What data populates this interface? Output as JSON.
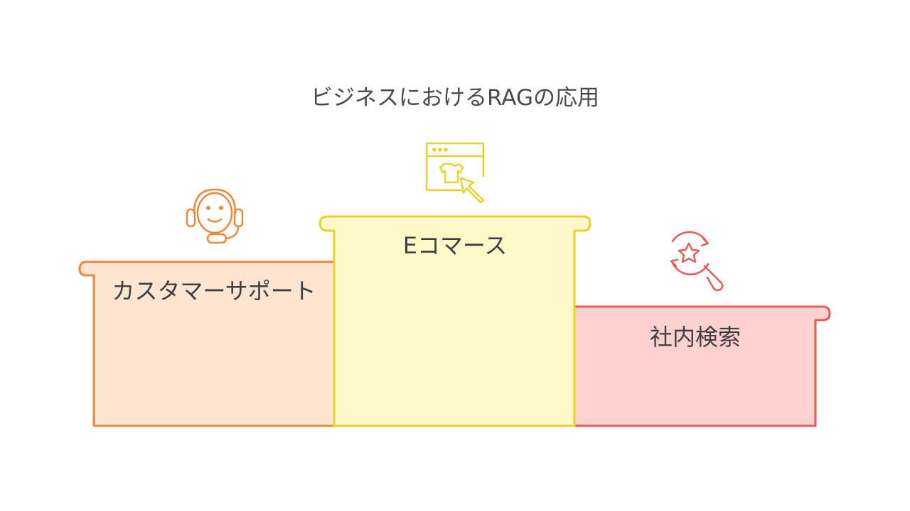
{
  "title": "ビジネスにおけるRAGの応用",
  "steps": [
    {
      "label": "カスタマーサポート",
      "icon": "headset-support-icon",
      "fill": "#fde5d2",
      "stroke": "#e8893b"
    },
    {
      "label": "Eコマース",
      "icon": "online-shop-cursor-icon",
      "fill": "#fff8c9",
      "stroke": "#e6d22a"
    },
    {
      "label": "社内検索",
      "icon": "search-star-icon",
      "fill": "#ffd0d0",
      "stroke": "#e55a5a"
    }
  ]
}
